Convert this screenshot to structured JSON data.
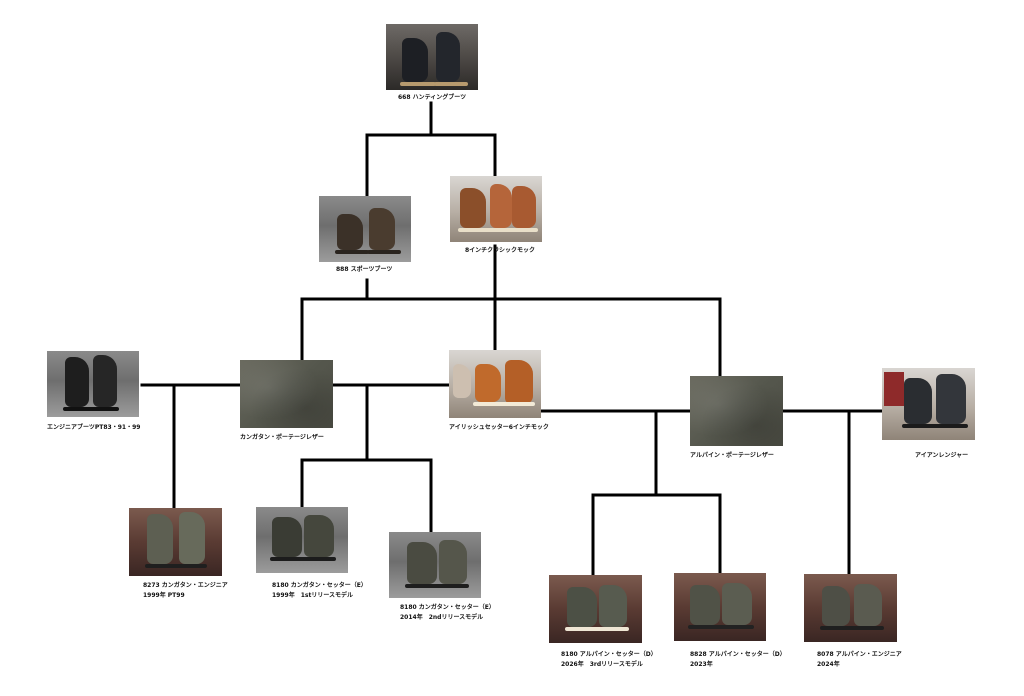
{
  "diagram": {
    "line_color": "#000000",
    "nodes": {
      "n668": {
        "line1": "668 ハンティングブーツ",
        "line2": "",
        "photo": "black hunting boots"
      },
      "n888": {
        "line1": "888 スポーツブーツ",
        "line2": "",
        "photo": "dark brown sport boots"
      },
      "n8classic": {
        "line1": "8インチクラシックモック",
        "line2": "",
        "photo": "brown moc toe boots"
      },
      "nengineer": {
        "line1": "エンジニアブーツPT83・91・99",
        "line2": "",
        "photo": "black engineer boots"
      },
      "nkangatan": {
        "line1": "カンガタン・ポーテージレザー",
        "line2": "",
        "photo": "olive leather swatch"
      },
      "nirish": {
        "line1": "アイリッシュセッター6インチモック",
        "line2": "",
        "photo": "orange moc toe boots"
      },
      "nalpine": {
        "line1": "アルパイン・ポーテージレザー",
        "line2": "",
        "photo": "olive leather swatch"
      },
      "niron": {
        "line1": "アイアンレンジャー",
        "line2": "",
        "photo": "black iron ranger boots"
      },
      "n8273": {
        "line1": "8273 カンガタン・エンジニア",
        "line2": "1999年 PT99",
        "photo": "olive engineer boots"
      },
      "n8180a": {
        "line1": "8180 カンガタン・セッター（E）",
        "line2": "1999年　1stリリースモデル",
        "photo": "olive moc toe boots"
      },
      "n8180b": {
        "line1": "8180 カンガタン・セッター（E）",
        "line2": "2014年　2ndリリースモデル",
        "photo": "olive moc toe boots"
      },
      "n8180c": {
        "line1": "8180 アルパイン・セッター（D）",
        "line2": "2026年　3rdリリースモデル",
        "photo": "olive moc toe boots"
      },
      "n8828": {
        "line1": "8828 アルパイン・セッター（D）",
        "line2": "2023年",
        "photo": "olive moc toe boots"
      },
      "n8078": {
        "line1": "8078 アルパイン・エンジニア",
        "line2": "2024年",
        "photo": "olive round toe boots"
      }
    }
  }
}
